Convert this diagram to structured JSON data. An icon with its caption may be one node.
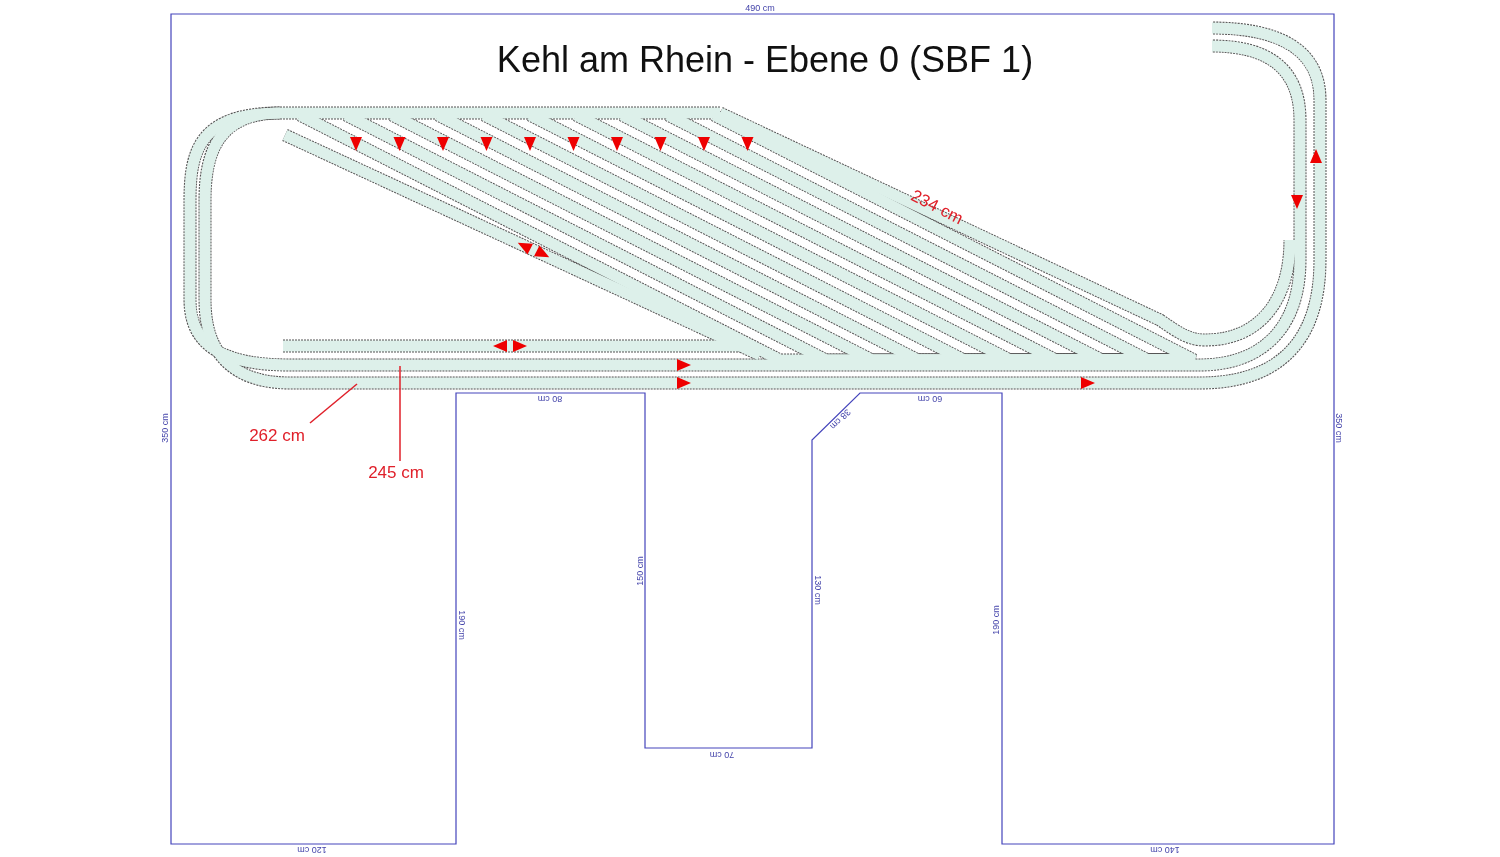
{
  "diagram": {
    "title": "Kehl am Rhein - Ebene 0 (SBF 1)",
    "nodes": [
      {
        "text": [
          "262 cm"
        ]
      },
      {
        "text": [
          "245 cm"
        ]
      }
    ],
    "edges": [
      {
        "from": 0,
        "to": null,
        "arrow": "none"
      },
      {
        "from": 1,
        "to": null,
        "arrow": "none"
      }
    ],
    "labels": [
      "490 cm",
      "234 cm",
      "350 cm",
      "350 cm",
      "80 cm",
      "60 cm",
      "38 cm",
      "150 cm",
      "130 cm",
      "190 cm",
      "190 cm",
      "70 cm",
      "120 cm",
      "140 cm"
    ]
  }
}
